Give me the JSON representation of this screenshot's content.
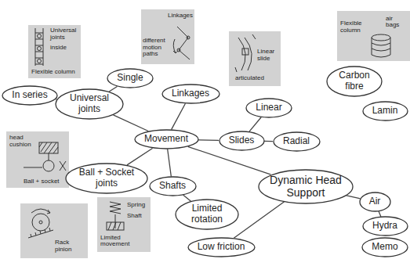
{
  "diagram": {
    "nodes": [
      {
        "text": [
          "Universal joints",
          "inside",
          "Flexible column"
        ]
      },
      {
        "text": [
          "Linkages",
          "different motion paths"
        ]
      },
      {
        "text": [
          "Linear slide",
          "articulated"
        ]
      },
      {
        "text": [
          "Flexible column",
          "air bags"
        ]
      },
      {
        "text": [
          "Carbon fibre"
        ]
      },
      {
        "text": [
          "Single"
        ]
      },
      {
        "text": [
          "In series"
        ]
      },
      {
        "text": [
          "Universal joints"
        ]
      },
      {
        "text": [
          "Linkages"
        ]
      },
      {
        "text": [
          "Linear"
        ]
      },
      {
        "text": [
          "Lamin"
        ]
      },
      {
        "text": [
          "head cushion",
          "Ball + socket"
        ]
      },
      {
        "text": [
          "Movement"
        ]
      },
      {
        "text": [
          "Slides"
        ]
      },
      {
        "text": [
          "Radial"
        ]
      },
      {
        "text": [
          "Ball + Socket joints"
        ]
      },
      {
        "text": [
          "Shafts"
        ]
      },
      {
        "text": [
          "Dynamic Head Support"
        ]
      },
      {
        "text": [
          "Air"
        ]
      },
      {
        "text": [
          "Rack pinion"
        ]
      },
      {
        "text": [
          "Spring",
          "Shaft",
          "Limited movement"
        ]
      },
      {
        "text": [
          "Limited rotation"
        ]
      },
      {
        "text": [
          "Hydra"
        ]
      },
      {
        "text": [
          "Low friction"
        ]
      },
      {
        "text": [
          "Memo"
        ]
      }
    ],
    "edges": [
      {
        "from": 12,
        "to": 17,
        "arrow": "none"
      },
      {
        "from": 12,
        "to": 8,
        "arrow": "none"
      },
      {
        "from": 12,
        "to": 13,
        "arrow": "none"
      },
      {
        "from": 13,
        "to": 9,
        "arrow": "none"
      },
      {
        "from": 13,
        "to": 14,
        "arrow": "none"
      },
      {
        "from": 12,
        "to": 7,
        "arrow": "none"
      },
      {
        "from": 7,
        "to": 5,
        "arrow": "none"
      },
      {
        "from": 7,
        "to": 6,
        "arrow": "none"
      },
      {
        "from": 12,
        "to": 15,
        "arrow": "none"
      },
      {
        "from": 12,
        "to": 16,
        "arrow": "none"
      },
      {
        "from": 16,
        "to": 21,
        "arrow": "none"
      },
      {
        "from": 17,
        "to": 23,
        "arrow": "none"
      },
      {
        "from": 17,
        "to": 18,
        "arrow": "none"
      },
      {
        "from": 18,
        "to": 22,
        "arrow": "none"
      }
    ]
  }
}
